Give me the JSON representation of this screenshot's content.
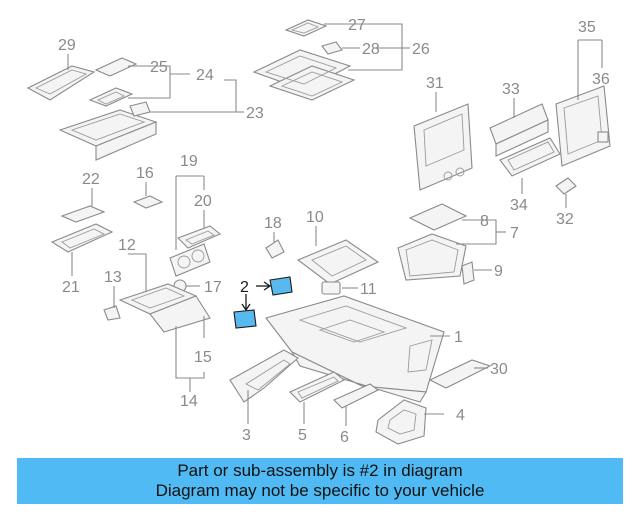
{
  "diagram": {
    "highlight_color": "#58b9ee",
    "callouts": {
      "c1": "1",
      "c2": "2",
      "c3": "3",
      "c4": "4",
      "c5": "5",
      "c6": "6",
      "c7": "7",
      "c8": "8",
      "c9": "9",
      "c10": "10",
      "c11": "11",
      "c12": "12",
      "c13": "13",
      "c14": "14",
      "c15": "15",
      "c16": "16",
      "c17": "17",
      "c18": "18",
      "c19": "19",
      "c20": "20",
      "c21": "21",
      "c22": "22",
      "c23": "23",
      "c24": "24",
      "c25": "25",
      "c26": "26",
      "c27": "27",
      "c28": "28",
      "c29": "29",
      "c30": "30",
      "c31": "31",
      "c32": "32",
      "c33": "33",
      "c34": "34",
      "c35": "35",
      "c36": "36"
    }
  },
  "banner": {
    "line1": "Part or sub-assembly is #2 in diagram",
    "line2": "Diagram may not be specific to your vehicle",
    "color": "#4fbaf3"
  }
}
